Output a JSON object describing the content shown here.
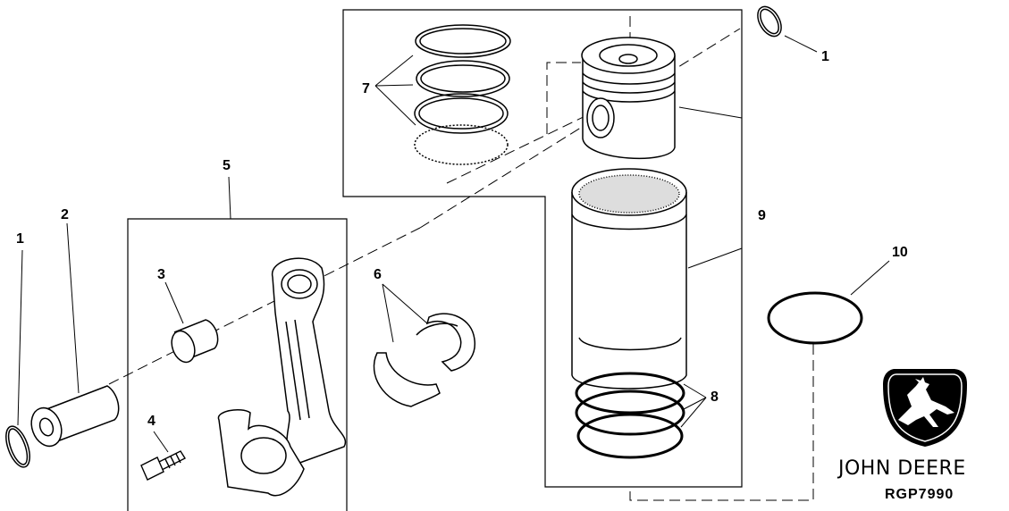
{
  "callouts": {
    "c1_top": "1",
    "c1_left": "1",
    "c2": "2",
    "c3": "3",
    "c4": "4",
    "c5": "5",
    "c6": "6",
    "c7": "7",
    "c8": "8",
    "c9": "9",
    "c10": "10"
  },
  "brand": {
    "name": "JOHN DEERE",
    "logo_icon": "leaping-deer-icon"
  },
  "figure_id": "RGP7990",
  "colors": {
    "ink": "#000000",
    "background": "#ffffff"
  }
}
